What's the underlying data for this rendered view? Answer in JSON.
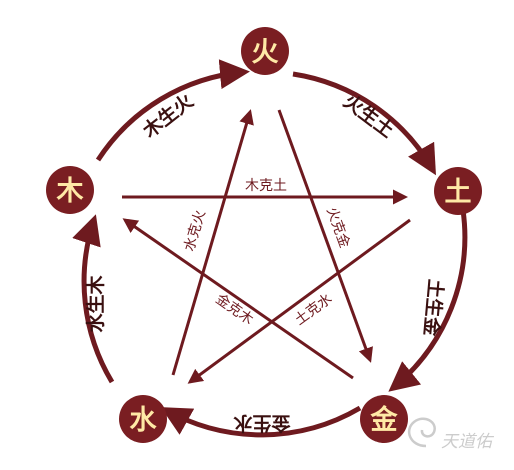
{
  "colors": {
    "maroon": "#6e1a1f",
    "circle_fill": "#7a1e22",
    "element_text": "#ffe9a6",
    "logo_grey": "#bbbbbb"
  },
  "elements": {
    "fire": "火",
    "earth": "土",
    "metal": "金",
    "water": "水",
    "wood": "木"
  },
  "generating": {
    "wood_fire": "木生火",
    "fire_earth": "火生土",
    "earth_metal": "土生金",
    "metal_water": "金生水",
    "water_wood": "水生木"
  },
  "overcoming": {
    "wood_earth": "木克土",
    "fire_metal": "火克金",
    "earth_water": "土克水",
    "metal_wood": "金克木",
    "water_fire": "水克火"
  },
  "watermark": {
    "text": "天道佑",
    "icon": "swirl-logo-icon"
  }
}
